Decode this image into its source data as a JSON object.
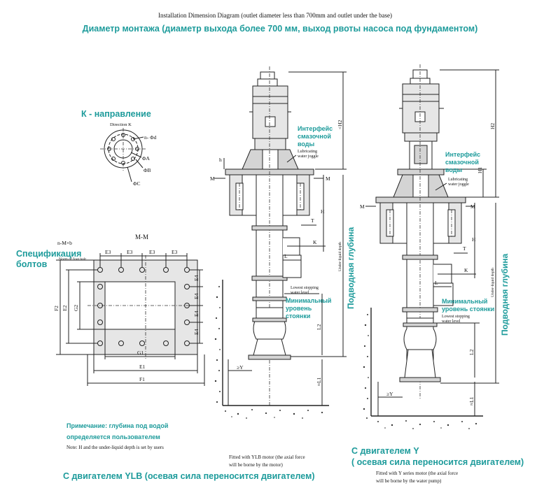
{
  "header": {
    "title_en": "Installation Dimension Diagram (outlet diameter less than 700mm and outlet under the base)",
    "title_ru": "Диаметр монтажа (диаметр выхода более 700 мм, выход рвоты насоса под фундаментом)"
  },
  "direction_k": {
    "title_ru": "К - направление",
    "title_en": "Direction K",
    "labels": {
      "nphid": "n- Φd",
      "phiA": "ΦA",
      "phiB": "ΦB",
      "phiC": "ΦC"
    }
  },
  "foot_bolt": {
    "title_ru_1": "Спецификация",
    "title_ru_2": "болтов",
    "section": "M-M",
    "nmb": "n-M×b",
    "norm": "Norm of foot bolt",
    "e3": "E3",
    "e4": "E4",
    "e1": "E1",
    "f1": "F1",
    "f2": "F2",
    "g1": "G1",
    "g2": "G2",
    "e2": "E2"
  },
  "note": {
    "ru_1": "Примечание: глубина под водой",
    "ru_2": "определяется пользователем",
    "en": "Note: H and the under-liquid depth is set by users"
  },
  "left_pump": {
    "lube_ru_1": "Интерфейс",
    "lube_ru_2": "смазочной",
    "lube_ru_3": "воды",
    "lube_en_1": "Lubricating",
    "lube_en_2": "water joggle",
    "depth_ru": "Подводная глубина",
    "depth_en": "Under-liquid depth",
    "lowest_en_1": "Lowest stopping",
    "lowest_en_2": "water level",
    "lowest_ru_1": "Минимальный",
    "lowest_ru_2": "уровень",
    "lowest_ru_3": "стоянки",
    "fitted_en_1": "Fitted with YLB motor (the axial force",
    "fitted_en_2": "will be borne by the motor)",
    "fitted_ru": "С двигателем YLB (осевая сила переносится двигателем)",
    "dims": {
      "h2": "<H2",
      "h": "h",
      "m": "M",
      "H": "H",
      "T": "T",
      "K": "K",
      "L": "L",
      "L1": "≈L1",
      "L2": "L2",
      "Y": "≥Y"
    }
  },
  "right_pump": {
    "lube_ru_1": "Интерфейс",
    "lube_ru_2": "смазочной",
    "lube_ru_3": "воды",
    "lube_en_1": "Lubricating",
    "lube_en_2": "water joggle",
    "depth_ru": "Подводная глубина",
    "depth_en": "Under-liquid depth",
    "lowest_en_1": "Lowest stopping",
    "lowest_en_2": "water level",
    "lowest_ru_1": "Минимальный",
    "lowest_ru_2": "уровень стоянки",
    "fitted_ru_1": "С двигателем  Y",
    "fitted_ru_2": "( осевая сила переносится двигателем)",
    "fitted_en_1": "Fitted with Y series motor (the axial force",
    "fitted_en_2": "will be borne by the water pump)",
    "dims": {
      "h2": "H2",
      "h1": "H1",
      "m": "M",
      "H": "H",
      "T": "T",
      "K": "K",
      "L": "L",
      "L1": "≈L1",
      "L2": "L2",
      "Y": "≥Y"
    }
  }
}
